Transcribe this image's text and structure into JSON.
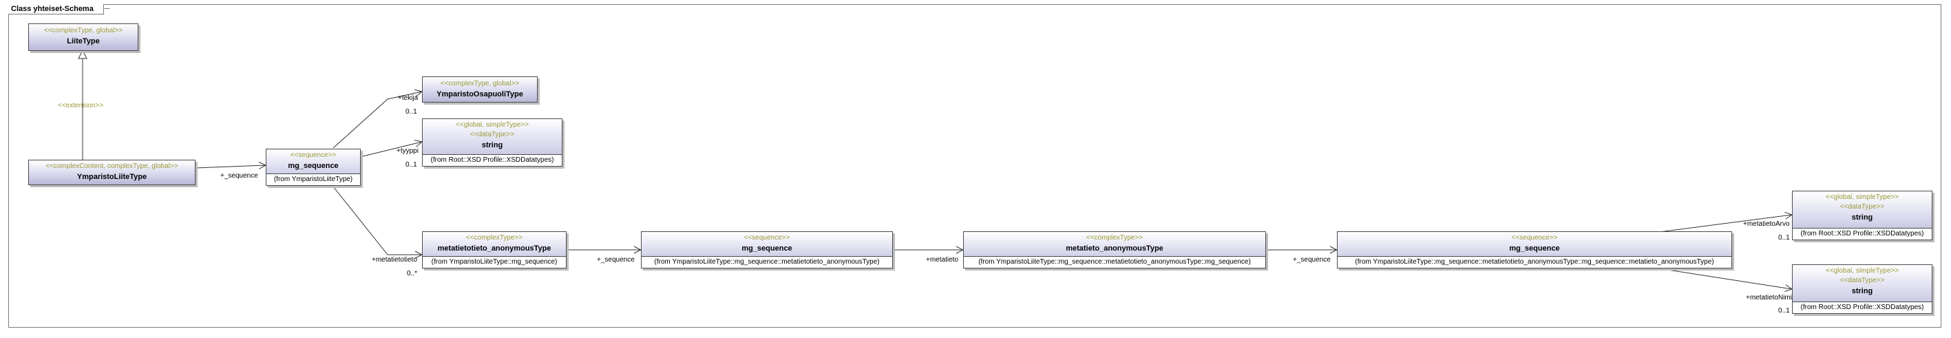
{
  "frame": {
    "title": "Class yhteiset-Schema"
  },
  "nodes": {
    "liitetype": {
      "stereotype": "<<complexType, global>>",
      "name": "LiiteType"
    },
    "ymparistoliitetype": {
      "stereotype": "<<complexContent, complexType, global>>",
      "name": "YmparistoLiiteType"
    },
    "mg_sequence_1": {
      "stereotype": "<<sequence>>",
      "name": "mg_sequence",
      "from": "(from YmparistoLiiteType)"
    },
    "ymparistoosapuolitype": {
      "stereotype": "<<complexType, global>>",
      "name": "YmparistoOsapuoliType"
    },
    "string_tyyppi": {
      "stereotype": "<<global, simpleType>>",
      "stereotype2": "<<dataType>>",
      "name": "string",
      "from": "(from Root::XSD Profile::XSDDatatypes)"
    },
    "metatietotieto_anonymoustype": {
      "stereotype": "<<complexType>>",
      "name": "metatietotieto_anonymousType",
      "from": "(from YmparistoLiiteType::mg_sequence)"
    },
    "mg_sequence_2": {
      "stereotype": "<<sequence>>",
      "name": "mg_sequence",
      "from": "(from YmparistoLiiteType::mg_sequence::metatietotieto_anonymousType)"
    },
    "metatieto_anonymoustype": {
      "stereotype": "<<complexType>>",
      "name": "metatieto_anonymousType",
      "from": "(from YmparistoLiiteType::mg_sequence::metatietotieto_anonymousType::mg_sequence)"
    },
    "mg_sequence_3": {
      "stereotype": "<<sequence>>",
      "name": "mg_sequence",
      "from": "(from YmparistoLiiteType::mg_sequence::metatietotieto_anonymousType::mg_sequence::metatieto_anonymousType)"
    },
    "string_arvo": {
      "stereotype": "<<global, simpleType>>",
      "stereotype2": "<<dataType>>",
      "name": "string",
      "from": "(from Root::XSD Profile::XSDDatatypes)"
    },
    "string_nimi": {
      "stereotype": "<<global, simpleType>>",
      "stereotype2": "<<dataType>>",
      "name": "string",
      "from": "(from Root::XSD Profile::XSDDatatypes)"
    }
  },
  "edges": {
    "extension": {
      "label": "<<extension>>"
    },
    "seq1": {
      "role": "+_sequence"
    },
    "tekija": {
      "role": "+tekija",
      "mult": "0..1"
    },
    "tyyppi": {
      "role": "+tyyppi",
      "mult": "0..1"
    },
    "metatietotieto": {
      "role": "+metatietotieto",
      "mult": "0..*"
    },
    "seq2": {
      "role": "+_sequence"
    },
    "metatieto": {
      "role": "+metatieto"
    },
    "seq3": {
      "role": "+_sequence"
    },
    "metatietoarvo": {
      "role": "+metatietoArvo",
      "mult": "0..1"
    },
    "metatietonimi": {
      "role": "+metatietoNimi",
      "mult": "0..1"
    }
  }
}
